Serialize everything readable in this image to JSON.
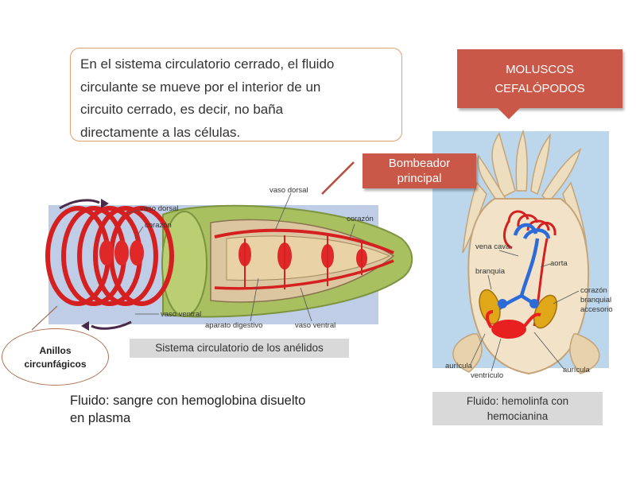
{
  "intro_text": "En el sistema circulatorio cerrado, el fluido circulante se mueve por el interior de un circuito cerrado, es decir, no baña directamente a las células.",
  "intro_lines": [
    "En el sistema circulatorio cerrado, el fluido",
    "circulante se mueve por el interior de un",
    "circuito cerrado, es decir, no baña",
    "directamente a las células."
  ],
  "molluscs_title_lines": [
    "MOLUSCOS",
    "CEFALÓPODOS"
  ],
  "pump_label_lines": [
    "Bombeador",
    "principal"
  ],
  "annelid": {
    "caption": "Sistema circulatorio de los anélidos",
    "ring_label_lines": [
      "Anillos",
      "circunfágicos"
    ],
    "fluid_lines": [
      "Fluido: sangre con hemoglobina disuelto",
      "en plasma"
    ],
    "labels": {
      "vaso_dorsal_left": "vaso dorsal",
      "corazon_left": "corazón",
      "vaso_ventral_left": "vaso ventral",
      "vaso_dorsal_right": "vaso dorsal",
      "corazon_right": "corazón",
      "aparato_digestivo": "aparato digestivo",
      "vaso_ventral_right": "vaso ventral"
    }
  },
  "mollusc": {
    "fluid_lines": [
      "Fluido: hemolinfa con",
      "hemocianina"
    ],
    "labels": {
      "vena_cava": "vena cava",
      "aorta": "aorta",
      "branquia": "branquia",
      "corazon_branquial": [
        "corazón",
        "branquial",
        "accesorio"
      ],
      "auricula_left": "aurícula",
      "ventriculo": "ventrículo",
      "auricula_right": "aurícula"
    }
  },
  "colors": {
    "accent_red": "#c95848",
    "vessel_red": "#d42020",
    "vein_blue": "#2c6bd8",
    "gill_yellow": "#e0a818"
  }
}
